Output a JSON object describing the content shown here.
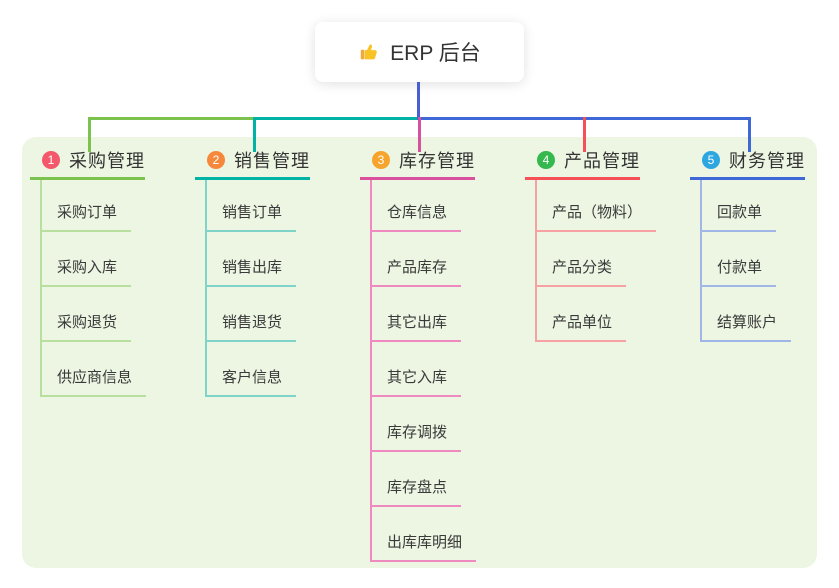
{
  "root": {
    "title": "ERP 后台",
    "icon": "thumbs-up-icon",
    "line_color": "#4a5ed3"
  },
  "panel_color": "#ecf6e3",
  "branches": [
    {
      "index": "1",
      "label": "采购管理",
      "badge_color": "#f4596b",
      "line_color": "#7cc24e",
      "light_color": "#b9df9e",
      "children": [
        "采购订单",
        "采购入库",
        "采购退货",
        "供应商信息"
      ]
    },
    {
      "index": "2",
      "label": "销售管理",
      "badge_color": "#f6883c",
      "line_color": "#00b3a4",
      "light_color": "#7fd4ca",
      "children": [
        "销售订单",
        "销售出库",
        "销售退货",
        "客户信息"
      ]
    },
    {
      "index": "3",
      "label": "库存管理",
      "badge_color": "#f7a42c",
      "line_color": "#d8509e",
      "light_color": "#ef8ac0",
      "children": [
        "仓库信息",
        "产品库存",
        "其它出库",
        "其它入库",
        "库存调拨",
        "库存盘点",
        "出库库明细"
      ]
    },
    {
      "index": "4",
      "label": "产品管理",
      "badge_color": "#35b94e",
      "line_color": "#f54f58",
      "light_color": "#f8a1a4",
      "children": [
        "产品（物料）",
        "产品分类",
        "产品单位"
      ]
    },
    {
      "index": "5",
      "label": "财务管理",
      "badge_color": "#2ea7e0",
      "line_color": "#3e68d8",
      "light_color": "#a0b6e6",
      "children": [
        "回款单",
        "付款单",
        "结算账户"
      ]
    }
  ]
}
